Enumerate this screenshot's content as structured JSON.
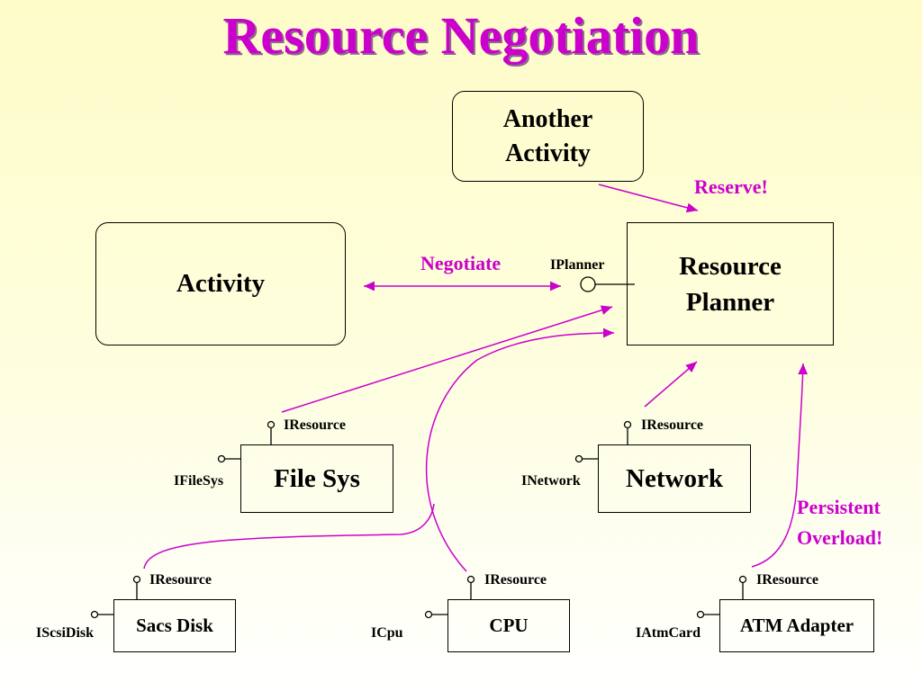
{
  "title": "Resource Negotiation",
  "boxes": {
    "another_activity": "Another Activity",
    "activity": "Activity",
    "resource_planner": "Resource Planner",
    "file_sys": "File Sys",
    "network": "Network",
    "sacs_disk": "Sacs Disk",
    "cpu": "CPU",
    "atm_adapter": "ATM Adapter"
  },
  "interfaces": {
    "iplanner": "IPlanner",
    "iresource_filesys": "IResource",
    "ifilesys": "IFileSys",
    "iresource_network": "IResource",
    "inetwork": "INetwork",
    "iresource_sacsdisk": "IResource",
    "iscsidisk": "IScsiDisk",
    "iresource_cpu": "IResource",
    "icpu": "ICpu",
    "iresource_atm": "IResource",
    "iatmcard": "IAtmCard"
  },
  "annotations": {
    "reserve": "Reserve!",
    "negotiate": "Negotiate",
    "persistent_overload_line1": "Persistent",
    "persistent_overload_line2": "Overload!"
  },
  "colors": {
    "title": "#cc00cc",
    "arrows": "#cc00cc"
  }
}
